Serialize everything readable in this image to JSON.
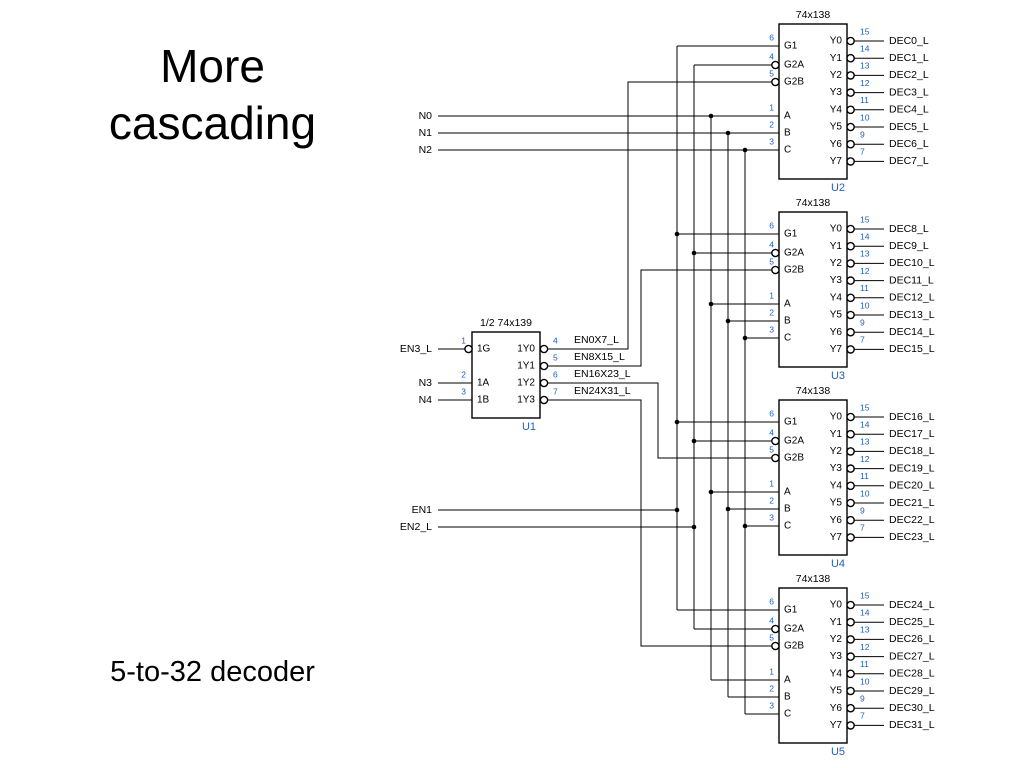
{
  "title": [
    "More",
    "cascading"
  ],
  "subtitle": "5-to-32 decoder",
  "colors": {
    "wire": "#000000",
    "pin_number": "#1f5fbf",
    "ref_designator": "#1f5fbf"
  },
  "u1": {
    "header": "1/2 74x139",
    "ref": "U1",
    "inputs": [
      {
        "name": "1G",
        "pin": "1",
        "net": "EN3_L",
        "inverted": true
      },
      {
        "name": "1A",
        "pin": "2",
        "net": "N3",
        "inverted": false
      },
      {
        "name": "1B",
        "pin": "3",
        "net": "N4",
        "inverted": false
      }
    ],
    "outputs": [
      {
        "name": "1Y0",
        "pin": "4",
        "net": "EN0X7_L"
      },
      {
        "name": "1Y1",
        "pin": "5",
        "net": "EN8X15_L"
      },
      {
        "name": "1Y2",
        "pin": "6",
        "net": "EN16X23_L"
      },
      {
        "name": "1Y3",
        "pin": "7",
        "net": "EN24X31_L"
      }
    ]
  },
  "inputs_nets": {
    "n0": "N0",
    "n1": "N1",
    "n2": "N2",
    "en1": "EN1",
    "en2": "EN2_L"
  },
  "decoder": {
    "part": "74x138",
    "inputs": [
      {
        "name": "G1",
        "pin": "6",
        "inverted": false
      },
      {
        "name": "G2A",
        "pin": "4",
        "inverted": true
      },
      {
        "name": "G2B",
        "pin": "5",
        "inverted": true
      },
      {
        "name": "A",
        "pin": "1",
        "inverted": false
      },
      {
        "name": "B",
        "pin": "2",
        "inverted": false
      },
      {
        "name": "C",
        "pin": "3",
        "inverted": false
      }
    ],
    "outputs": [
      {
        "name": "Y0",
        "pin": "15"
      },
      {
        "name": "Y1",
        "pin": "14"
      },
      {
        "name": "Y2",
        "pin": "13"
      },
      {
        "name": "Y3",
        "pin": "12"
      },
      {
        "name": "Y4",
        "pin": "11"
      },
      {
        "name": "Y5",
        "pin": "10"
      },
      {
        "name": "Y6",
        "pin": "9"
      },
      {
        "name": "Y7",
        "pin": "7"
      }
    ]
  },
  "u138": [
    {
      "ref": "U2",
      "outputs": [
        "DEC0_L",
        "DEC1_L",
        "DEC2_L",
        "DEC3_L",
        "DEC4_L",
        "DEC5_L",
        "DEC6_L",
        "DEC7_L"
      ]
    },
    {
      "ref": "U3",
      "outputs": [
        "DEC8_L",
        "DEC9_L",
        "DEC10_L",
        "DEC11_L",
        "DEC12_L",
        "DEC13_L",
        "DEC14_L",
        "DEC15_L"
      ]
    },
    {
      "ref": "U4",
      "outputs": [
        "DEC16_L",
        "DEC17_L",
        "DEC18_L",
        "DEC19_L",
        "DEC20_L",
        "DEC21_L",
        "DEC22_L",
        "DEC23_L"
      ]
    },
    {
      "ref": "U5",
      "outputs": [
        "DEC24_L",
        "DEC25_L",
        "DEC26_L",
        "DEC27_L",
        "DEC28_L",
        "DEC29_L",
        "DEC30_L",
        "DEC31_L"
      ]
    }
  ]
}
